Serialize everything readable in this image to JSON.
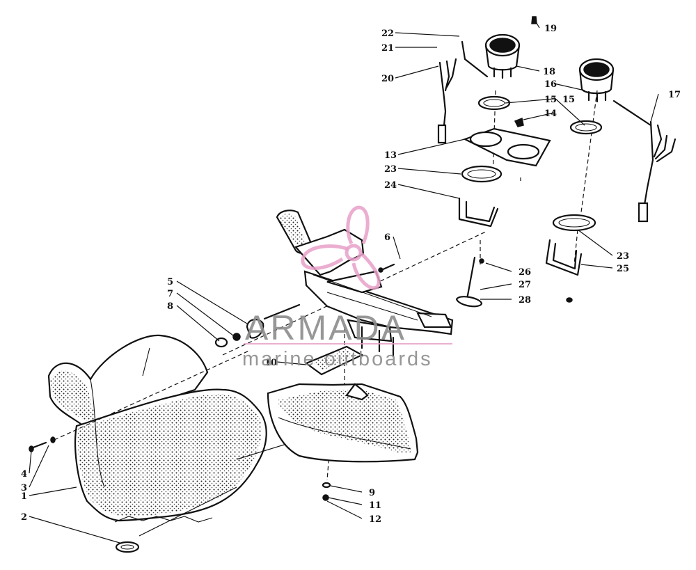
{
  "watermark": {
    "brand": "ARMADA",
    "tagline": "marine outboards",
    "logo_color": "#e8a0c8",
    "text_color": "#8c8c8c"
  },
  "callouts": {
    "c1": "1",
    "c2": "2",
    "c3": "3",
    "c4": "4",
    "c5": "5",
    "c6": "6",
    "c7": "7",
    "c8": "8",
    "c9": "9",
    "c10": "10",
    "c11": "11",
    "c12": "12",
    "c13": "13",
    "c14": "14",
    "c15a": "15",
    "c15b": "15",
    "c16": "16",
    "c17": "17",
    "c18": "18",
    "c19": "19",
    "c20": "20",
    "c21": "21",
    "c22": "22",
    "c23a": "23",
    "c23b": "23",
    "c24": "24",
    "c25": "25",
    "c26": "26",
    "c27": "27",
    "c28": "28"
  }
}
